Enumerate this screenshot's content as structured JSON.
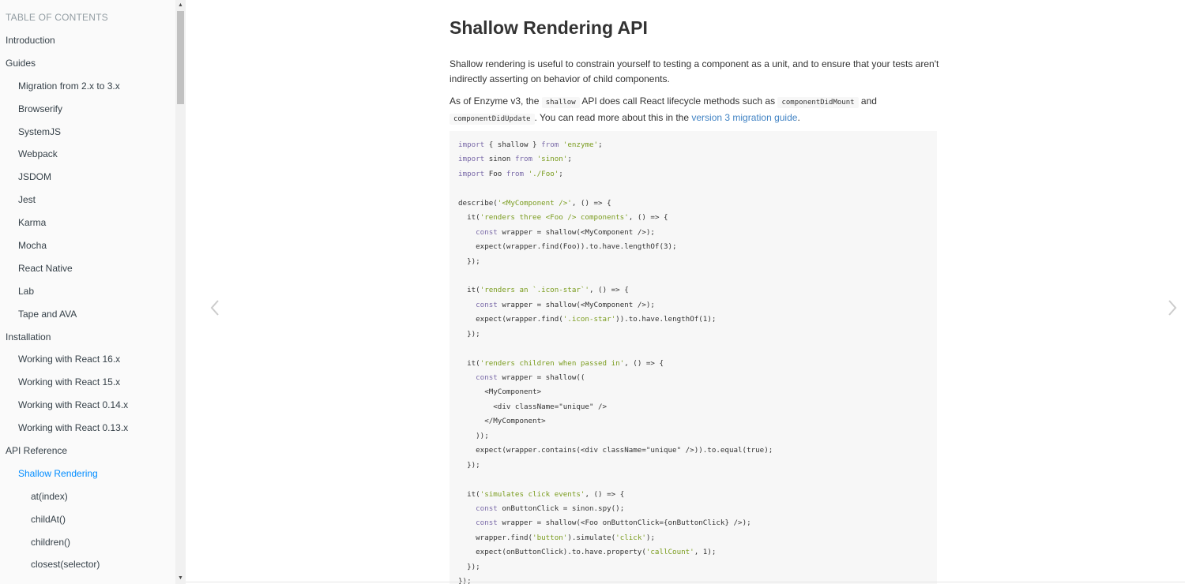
{
  "sidebar": {
    "header": "TABLE OF CONTENTS",
    "items": [
      {
        "label": "Introduction",
        "level": 0
      },
      {
        "label": "Guides",
        "level": 0
      },
      {
        "label": "Migration from 2.x to 3.x",
        "level": 1
      },
      {
        "label": "Browserify",
        "level": 1
      },
      {
        "label": "SystemJS",
        "level": 1
      },
      {
        "label": "Webpack",
        "level": 1
      },
      {
        "label": "JSDOM",
        "level": 1
      },
      {
        "label": "Jest",
        "level": 1
      },
      {
        "label": "Karma",
        "level": 1
      },
      {
        "label": "Mocha",
        "level": 1
      },
      {
        "label": "React Native",
        "level": 1
      },
      {
        "label": "Lab",
        "level": 1
      },
      {
        "label": "Tape and AVA",
        "level": 1
      },
      {
        "label": "Installation",
        "level": 0
      },
      {
        "label": "Working with React 16.x",
        "level": 1
      },
      {
        "label": "Working with React 15.x",
        "level": 1
      },
      {
        "label": "Working with React 0.14.x",
        "level": 1
      },
      {
        "label": "Working with React 0.13.x",
        "level": 1
      },
      {
        "label": "API Reference",
        "level": 0
      },
      {
        "label": "Shallow Rendering",
        "level": 1,
        "active": true
      },
      {
        "label": "at(index)",
        "level": 2
      },
      {
        "label": "childAt()",
        "level": 2
      },
      {
        "label": "children()",
        "level": 2
      },
      {
        "label": "closest(selector)",
        "level": 2
      }
    ]
  },
  "page": {
    "title": "Shallow Rendering API",
    "para1": "Shallow rendering is useful to constrain yourself to testing a component as a unit, and to ensure that your tests aren't indirectly asserting on behavior of child components.",
    "para2": {
      "t1": "As of Enzyme v3, the ",
      "c1": "shallow",
      "t2": " API does call React lifecycle methods such as ",
      "c2": "componentDidMount",
      "t3": " and ",
      "c3": "componentDidUpdate",
      "t4": ". You can read more about this in the ",
      "link": "version 3 migration guide",
      "t5": "."
    }
  },
  "nav": {
    "prev_icon": "chevron-left-icon",
    "next_icon": "chevron-right-icon"
  },
  "code": {
    "lines": [
      "import { shallow } from 'enzyme';",
      "import sinon from 'sinon';",
      "import Foo from './Foo';",
      "",
      "describe('<MyComponent />', () => {",
      "  it('renders three <Foo /> components', () => {",
      "    const wrapper = shallow(<MyComponent />);",
      "    expect(wrapper.find(Foo)).to.have.lengthOf(3);",
      "  });",
      "",
      "  it('renders an `.icon-star`', () => {",
      "    const wrapper = shallow(<MyComponent />);",
      "    expect(wrapper.find('.icon-star')).to.have.lengthOf(1);",
      "  });",
      "",
      "  it('renders children when passed in', () => {",
      "    const wrapper = shallow((",
      "      <MyComponent>",
      "        <div className=\"unique\" />",
      "      </MyComponent>",
      "    ));",
      "    expect(wrapper.contains(<div className=\"unique\" />)).to.equal(true);",
      "  });",
      "",
      "  it('simulates click events', () => {",
      "    const onButtonClick = sinon.spy();",
      "    const wrapper = shallow(<Foo onButtonClick={onButtonClick} />);",
      "    wrapper.find('button').simulate('click');",
      "    expect(onButtonClick).to.have.property('callCount', 1);",
      "  });",
      "});"
    ]
  },
  "colors": {
    "accent": "#008cff",
    "link": "#4183c4",
    "code_keyword": "#7a6aa8",
    "code_string": "#7a9c1e"
  }
}
